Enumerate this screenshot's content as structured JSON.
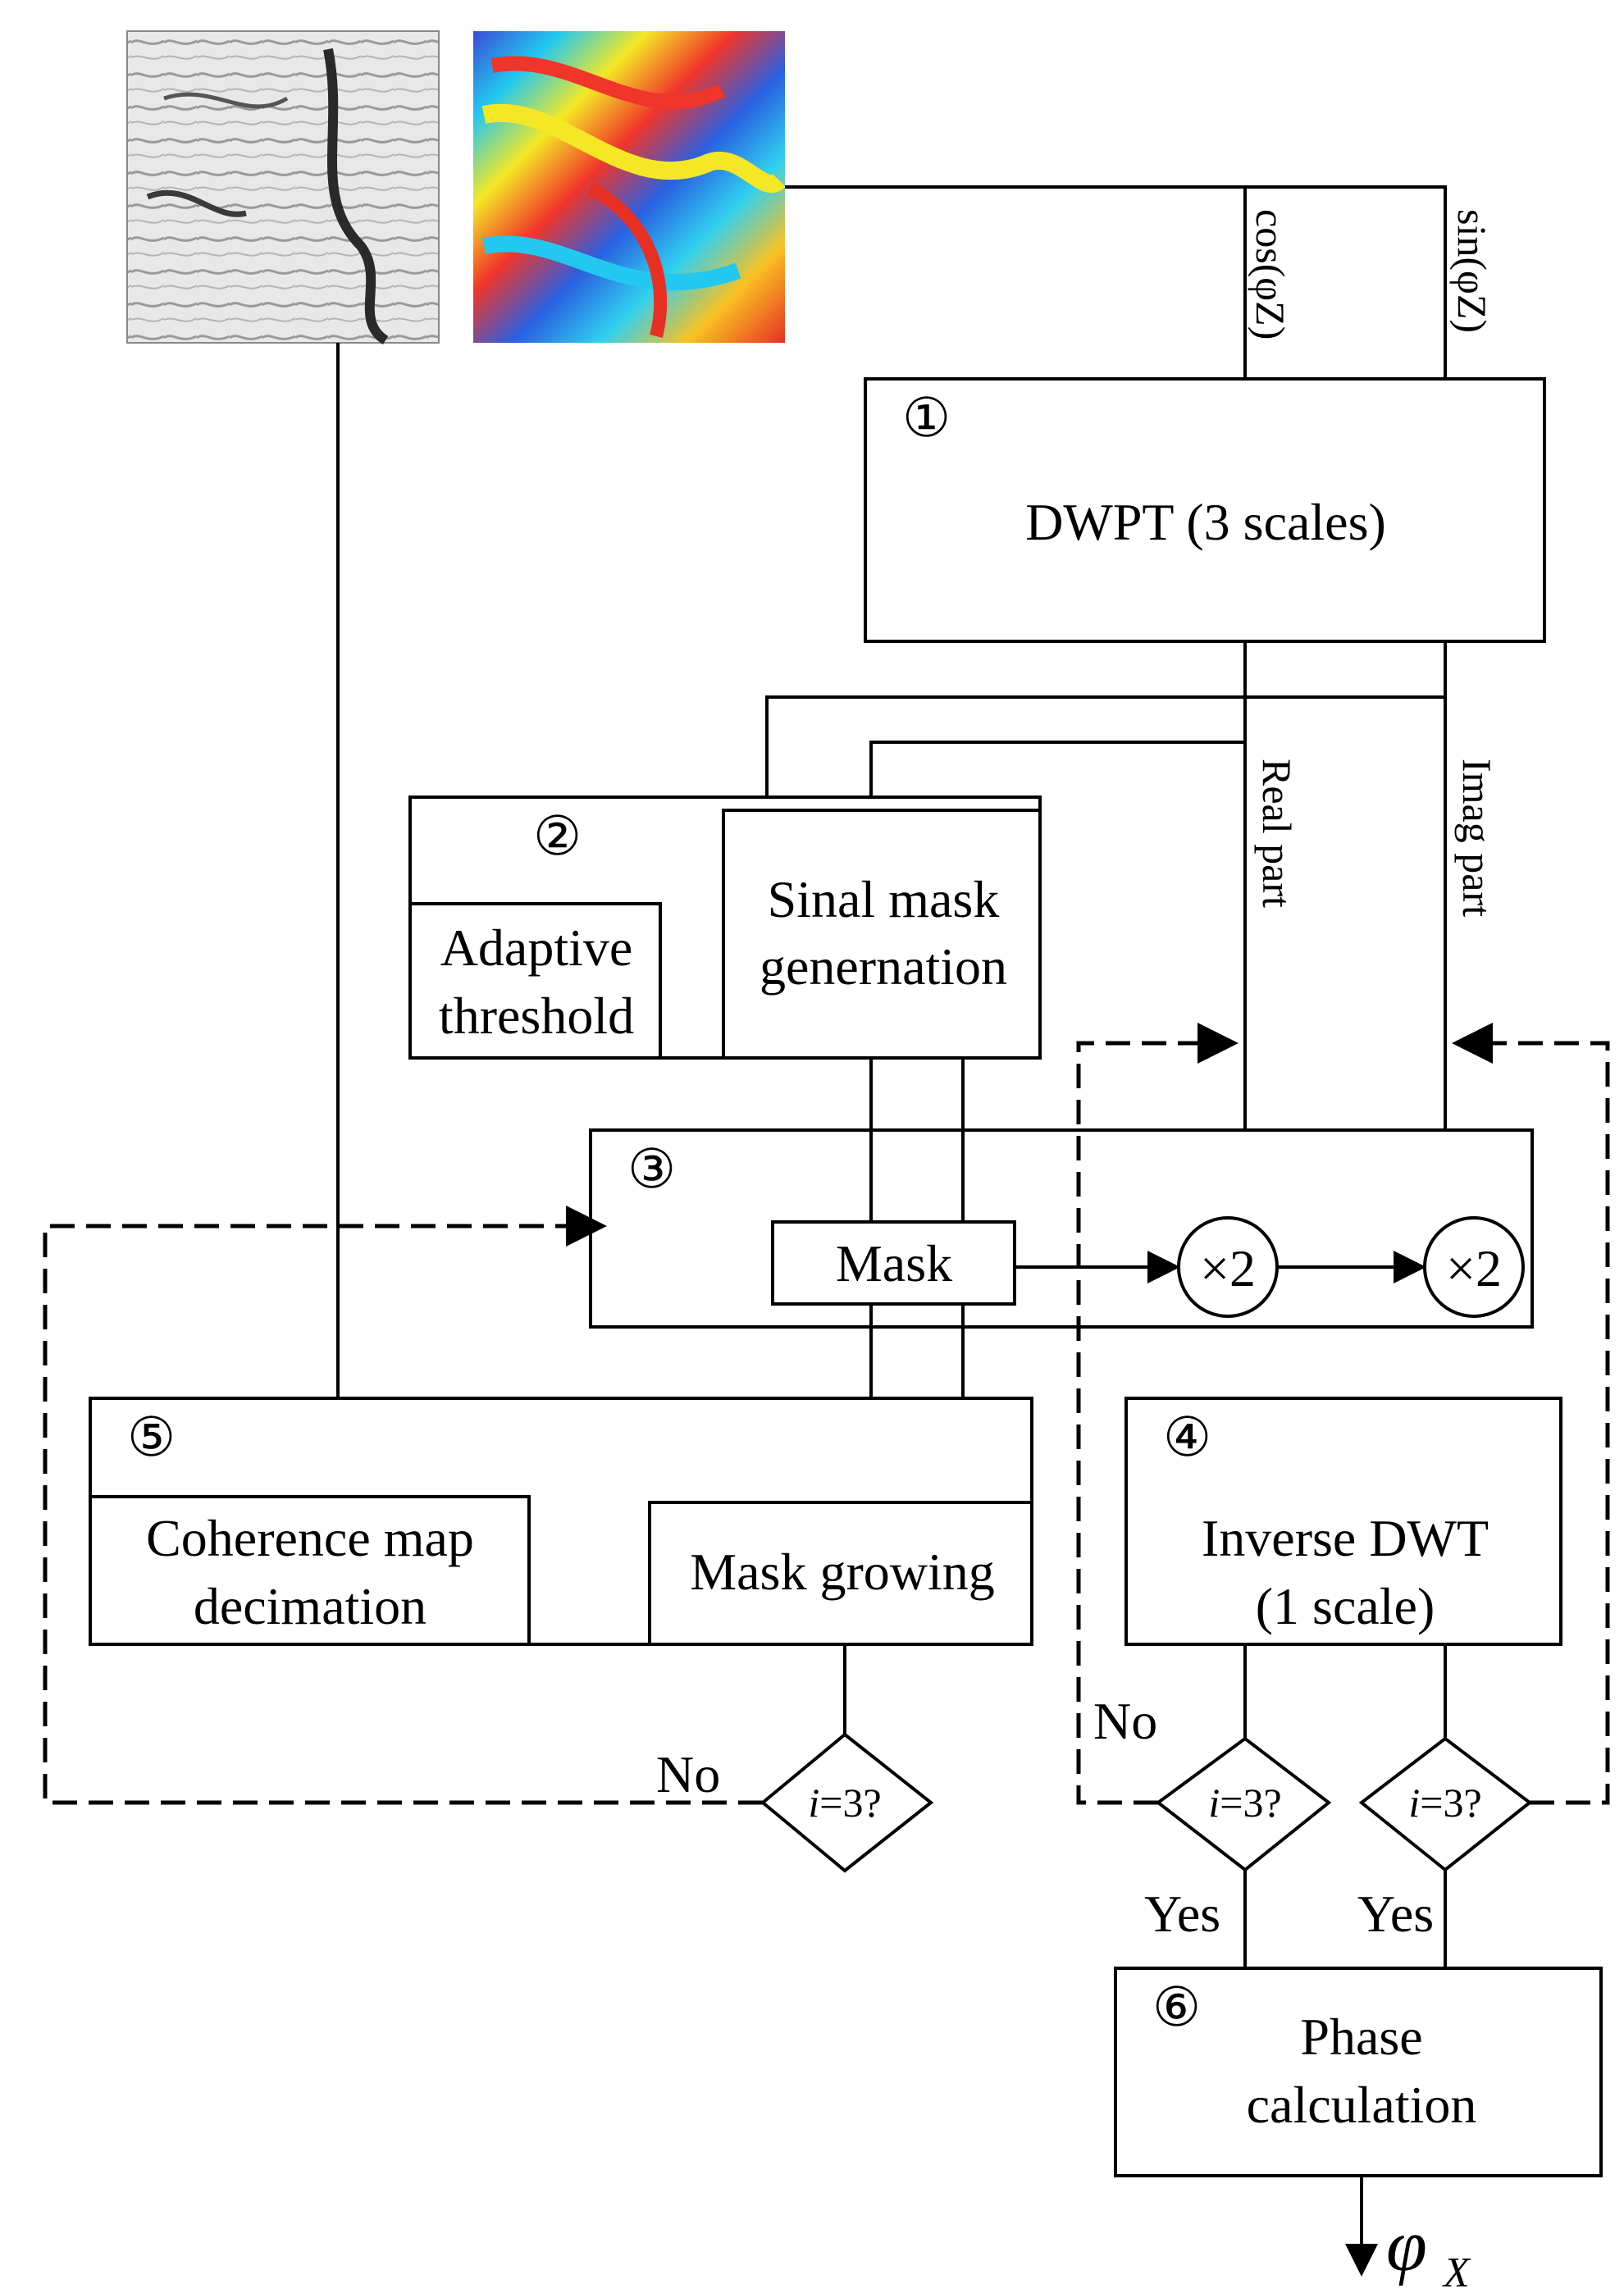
{
  "images": {
    "coherence_map_icon": "coherence-map-image",
    "phase_image_icon": "interferometric-phase-image"
  },
  "signals": {
    "cos": "cos(φZ)",
    "sin": "sin(φZ)",
    "real": "Real part",
    "imag": "Imag part",
    "output": "φ",
    "output_sub": "X"
  },
  "steps": {
    "s1": {
      "num": "①",
      "label": "DWPT (3 scales)"
    },
    "s2": {
      "num": "②",
      "adaptive_1": "Adaptive",
      "adaptive_2": "threshold",
      "mask_1": "Sinal mask",
      "mask_2": "genernation"
    },
    "s3": {
      "num": "③",
      "mask": "Mask",
      "x2a": "×2",
      "x2b": "×2"
    },
    "s4": {
      "num": "④",
      "label_1": "Inverse DWT",
      "label_2": "(1 scale)"
    },
    "s5": {
      "num": "⑤",
      "coh_1": "Coherence map",
      "coh_2": "decimation",
      "grow": "Mask growing"
    },
    "s6": {
      "num": "⑥",
      "label_1": "Phase",
      "label_2": "calculation"
    }
  },
  "decisions": {
    "left": {
      "text_i": "i",
      "text_rest": "=3?",
      "no": "No"
    },
    "mid": {
      "text_i": "i",
      "text_rest": "=3?",
      "no": "No",
      "yes": "Yes"
    },
    "right": {
      "text_i": "i",
      "text_rest": "=3?",
      "yes": "Yes"
    }
  }
}
